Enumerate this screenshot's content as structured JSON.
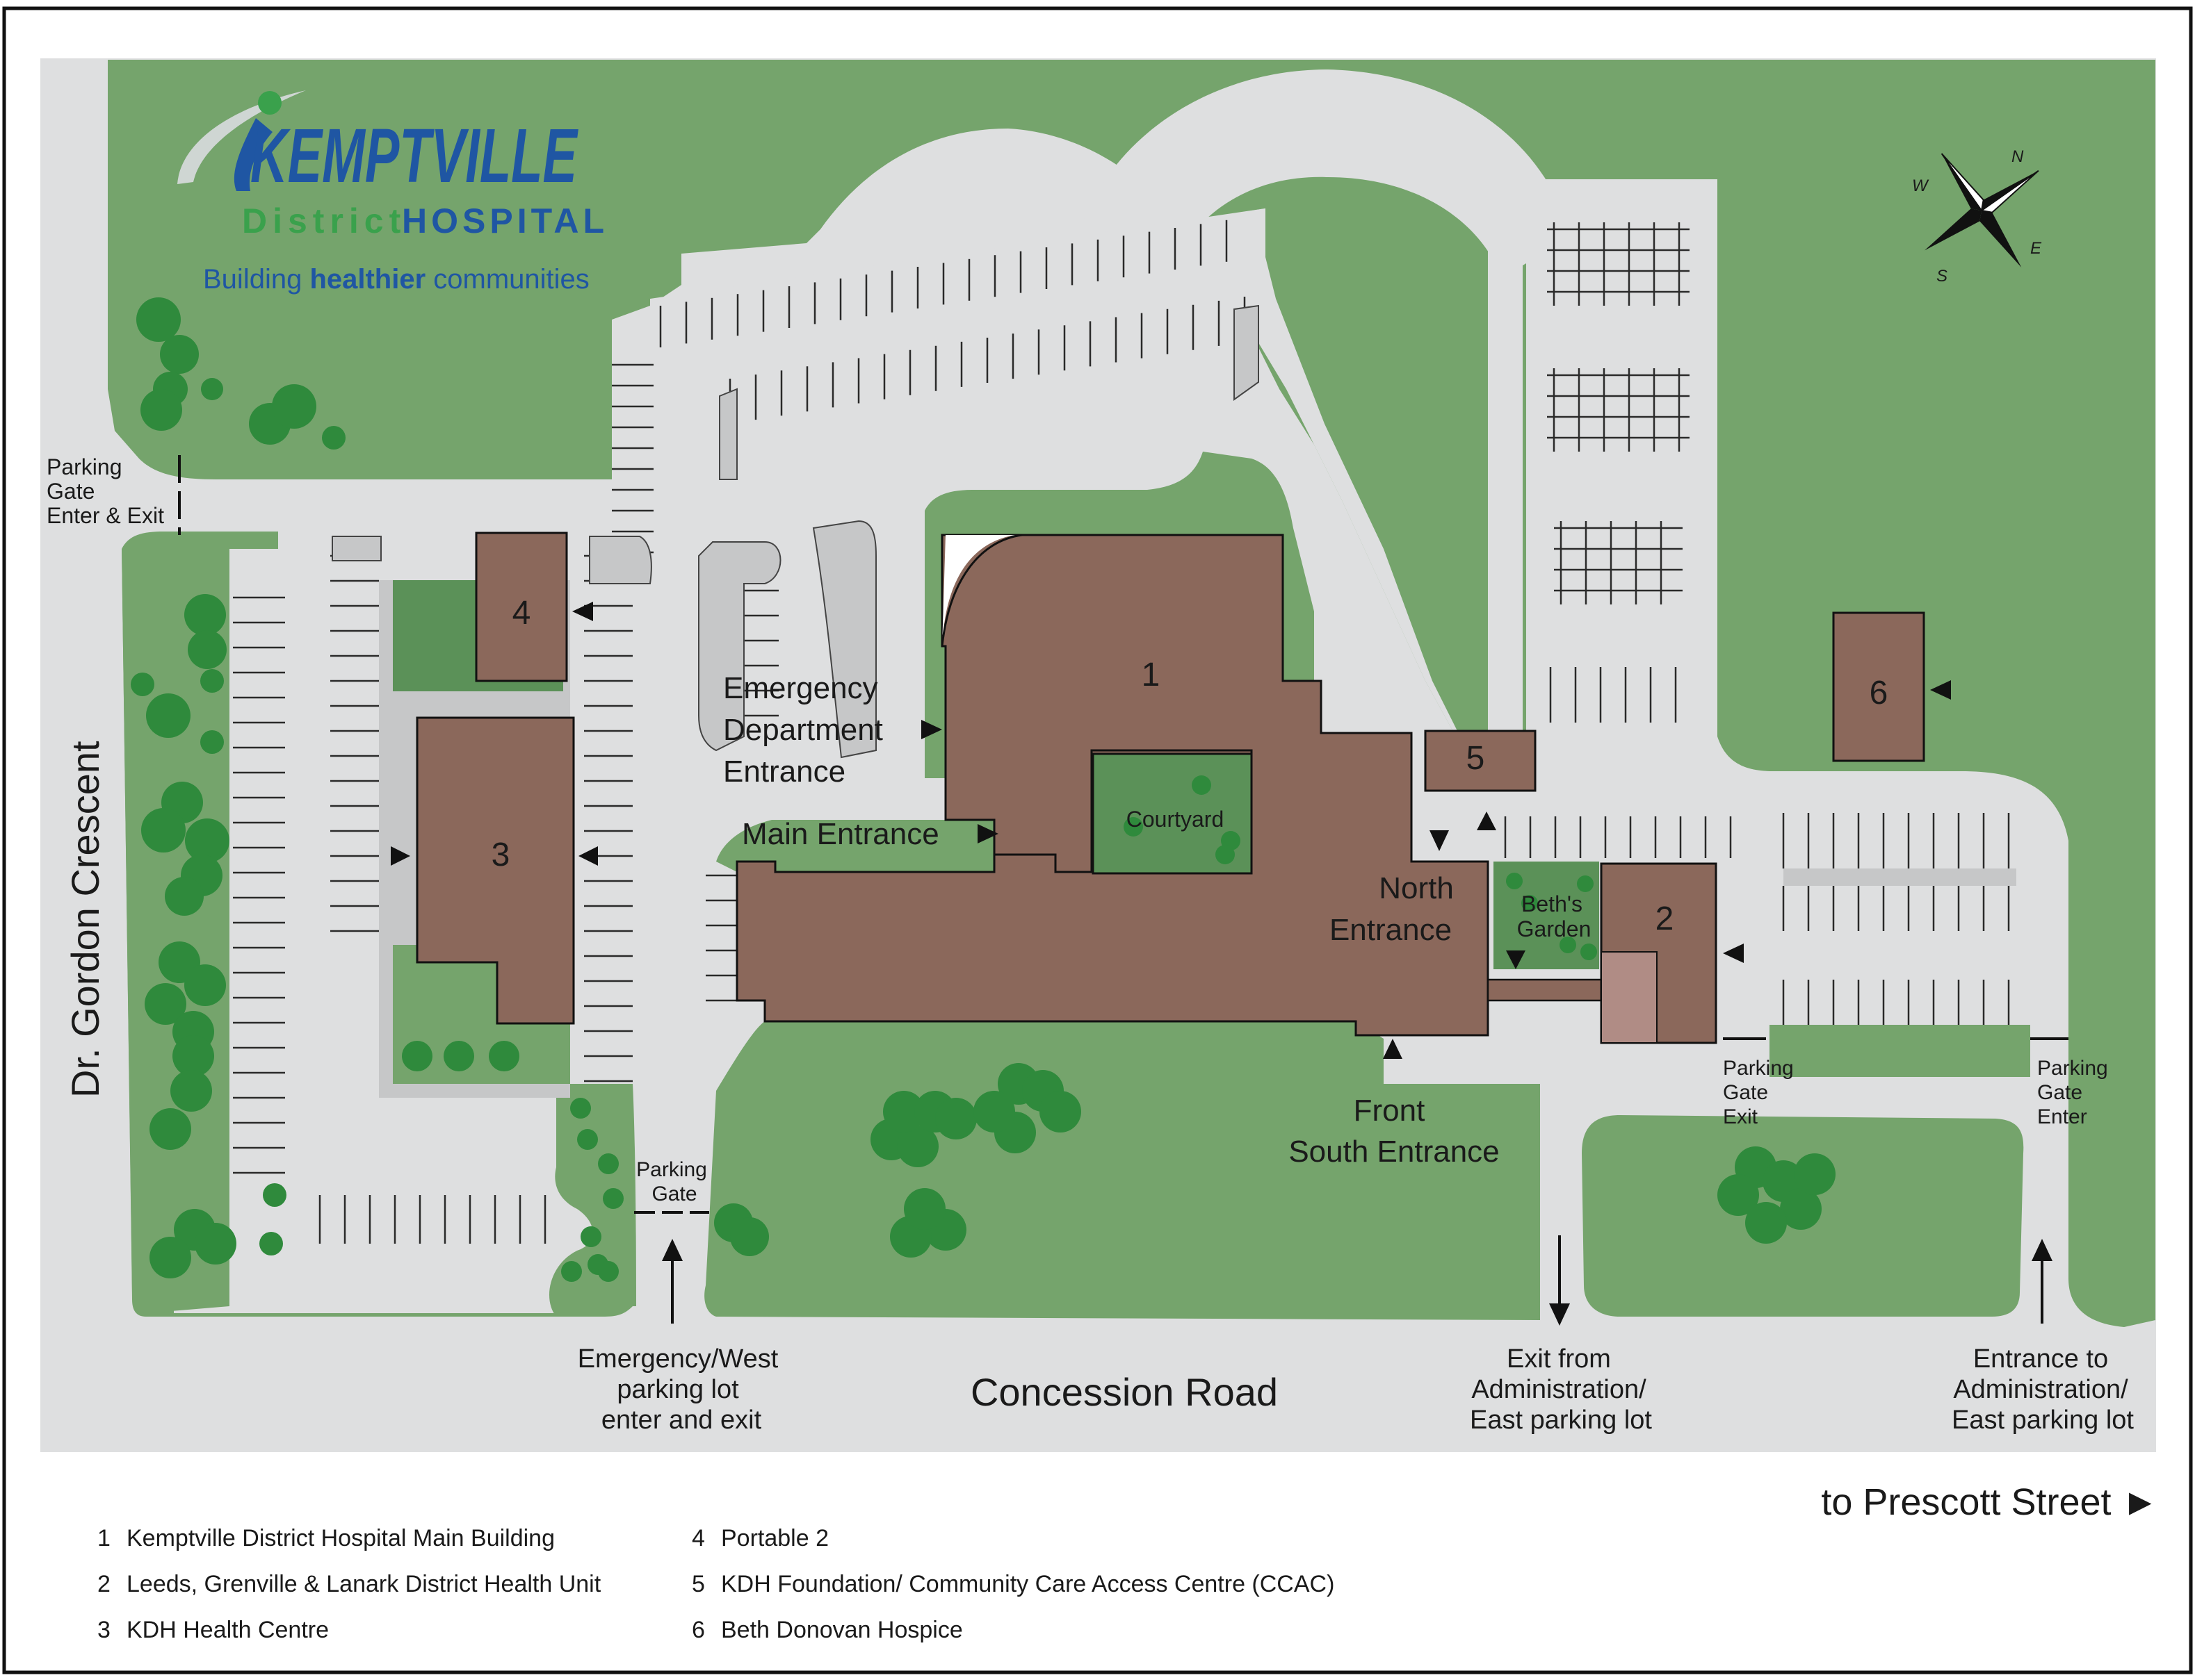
{
  "logo": {
    "name": "KEMPTVILLE",
    "subtitle_a": "District",
    "subtitle_b": "HOSPITAL",
    "tagline_a": "Building ",
    "tagline_b": "healthier",
    "tagline_c": " communities"
  },
  "compass": {
    "n": "N",
    "e": "E",
    "s": "S",
    "w": "W"
  },
  "buildings": {
    "b1": "1",
    "b2": "2",
    "b3": "3",
    "b4": "4",
    "b5": "5",
    "b6": "6"
  },
  "places": {
    "courtyard": "Courtyard",
    "beths_garden_1": "Beth's",
    "beths_garden_2": "Garden"
  },
  "entrances": {
    "emergency_1": "Emergency",
    "emergency_2": "Department",
    "emergency_3": "Entrance",
    "main": "Main Entrance",
    "north_1": "North",
    "north_2": "Entrance",
    "front_1": "Front",
    "front_2": "South Entrance"
  },
  "gates": {
    "nw_1": "Parking",
    "nw_2": "Gate",
    "nw_3": "Enter & Exit",
    "west_1": "Parking",
    "west_2": "Gate",
    "exit_1": "Parking",
    "exit_2": "Gate",
    "exit_3": "Exit",
    "enter_1": "Parking",
    "enter_2": "Gate",
    "enter_3": "Enter"
  },
  "roads": {
    "concession": "Concession Road",
    "gordon": "Dr. Gordon Crescent",
    "prescott": "to Prescott Street ►"
  },
  "access": {
    "west_1": "Emergency/West",
    "west_2": "parking lot",
    "west_3": "enter and exit",
    "exit_1": "Exit from",
    "exit_2": "Administration/",
    "exit_3": "East parking lot",
    "enter_1": "Entrance to",
    "enter_2": "Administration/",
    "enter_3": "East parking lot"
  },
  "legend": [
    {
      "num": "1",
      "text": "Kemptville District Hospital Main Building"
    },
    {
      "num": "2",
      "text": "Leeds, Grenville & Lanark District Health Unit"
    },
    {
      "num": "3",
      "text": "KDH Health Centre"
    },
    {
      "num": "4",
      "text": "Portable 2"
    },
    {
      "num": "5",
      "text": "KDH Foundation/ Community Care Access Centre (CCAC)"
    },
    {
      "num": "6",
      "text": "Beth Donovan Hospice"
    }
  ],
  "colors": {
    "grass": "#75a46c",
    "grass_dark": "#5b9158",
    "tree": "#2f8a3c",
    "pavement": "#dedfe0",
    "building": "#8b685b",
    "building_light": "#b08c85",
    "parking_stripe": "#2a2a2a",
    "logo_blue": "#1f56a3",
    "logo_green": "#3aa14c"
  }
}
